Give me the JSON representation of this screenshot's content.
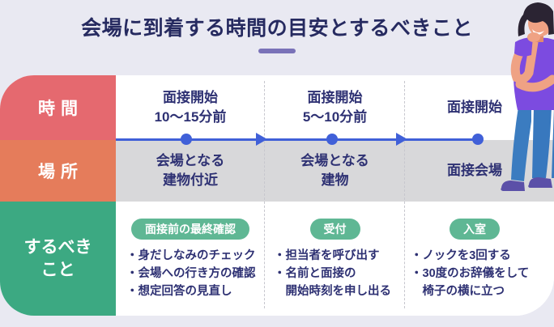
{
  "page": {
    "title": "会場に到着する時間の目安とするべきこと",
    "background": "#E9E9F2"
  },
  "colors": {
    "time_label_bg": "#E5696F",
    "place_label_bg": "#E57C5B",
    "todo_label_bg": "#3CA982",
    "place_row_bg": "#D8D8DA",
    "timeline_blue": "#4060D8",
    "badge_green": "#5FB794",
    "text_navy": "#2E3173",
    "title_underline_purple": "#7A72B8"
  },
  "row_labels": {
    "time": "時間",
    "place": "場所",
    "todo": "するべき\nこと"
  },
  "columns": [
    {
      "time": "面接開始\n10〜15分前",
      "place": "会場となる\n建物付近",
      "badge": "面接前の最終確認",
      "todos": [
        "・身だしなみのチェック",
        "・会場への行き方の確認",
        "・想定回答の見直し"
      ]
    },
    {
      "time": "面接開始\n5〜10分前",
      "place": "会場となる\n建物",
      "badge": "受付",
      "todos": [
        "・担当者を呼び出す",
        "・名前と面接の\n開始時刻を申し出る"
      ]
    },
    {
      "time": "面接開始",
      "place": "面接会場",
      "badge": "入室",
      "todos": [
        "・ノックを3回する",
        "・30度のお辞儀をして\n椅子の横に立つ"
      ]
    }
  ],
  "icons": {
    "illustration": "thinking-person"
  }
}
